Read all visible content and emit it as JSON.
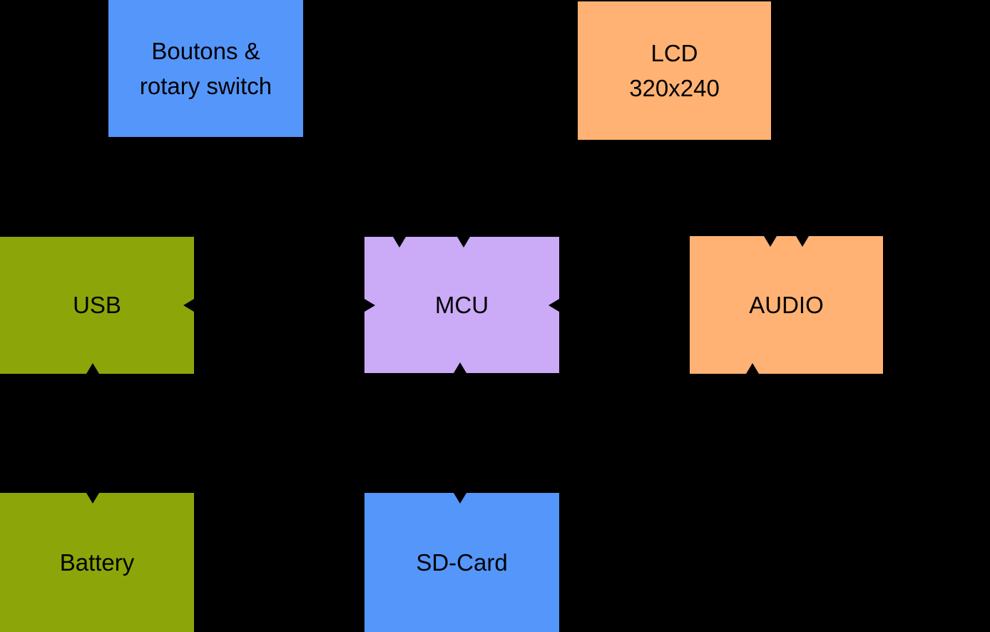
{
  "diagram": {
    "background_color": "#000000",
    "text_color": "#000000",
    "connector_color": "#000000",
    "nodes": {
      "buttons": {
        "line1": "Boutons &",
        "line2": "rotary switch",
        "color": "#5596fa"
      },
      "lcd": {
        "line1": "LCD",
        "line2": "320x240",
        "color": "#ffb273"
      },
      "usb": {
        "label": "USB",
        "color": "#8ca60a"
      },
      "mcu": {
        "label": "MCU",
        "color": "#cbaaf7"
      },
      "audio": {
        "label": "AUDIO",
        "color": "#ffb273"
      },
      "battery": {
        "label": "Battery",
        "color": "#8ca60a"
      },
      "sdcard": {
        "label": "SD-Card",
        "color": "#5596fa"
      }
    }
  }
}
